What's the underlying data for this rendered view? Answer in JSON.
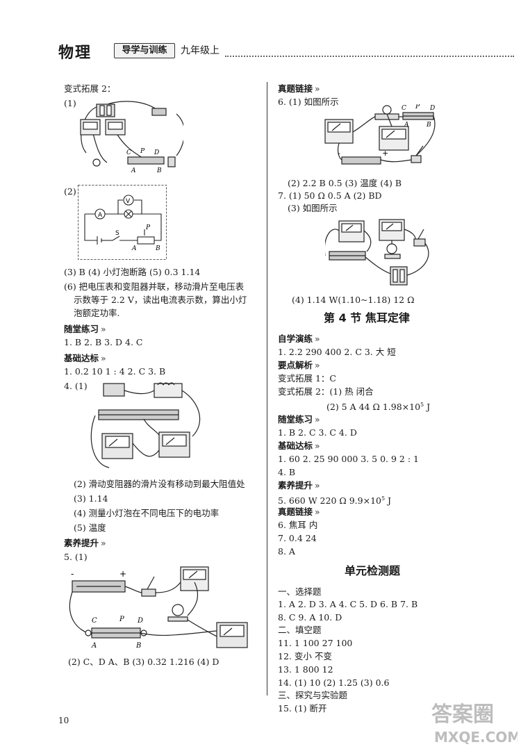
{
  "header": {
    "subject": "物理",
    "series": "导学与训练",
    "grade": "九年级上"
  },
  "left": {
    "l1": "变式拓展 2：",
    "l2": "(1)",
    "l3": "(2)",
    "l4": "(3) B   (4) 小灯泡断路   (5) 0.3   1.14",
    "l5": "(6) 把电压表和变阻器并联，移动滑片至电压表",
    "l6": "示数等于 2.2 V，读出电流表示数，算出小灯",
    "l7": "泡额定功率.",
    "s1": "随堂练习",
    "l8": "1. B   2. B   3. D   4. C",
    "s2": "基础达标",
    "l9": "1. 0.2   10   1 : 4   2. C   3. B",
    "l10": "4. (1)",
    "l11": "(2) 滑动变阻器的滑片没有移动到最大阻值处",
    "l12": "(3) 1.14",
    "l13": "(4) 测量小灯泡在不同电压下的电功率",
    "l14": "(5) 温度",
    "s3": "素养提升",
    "l15": "5. (1)",
    "l16": "(2) C、D   A、B   (3) 0.32   1.216   (4) D"
  },
  "right": {
    "s1": "真题链接",
    "r1": "6. (1) 如图所示",
    "r2": "(2) 2.2   B   0.5   (3) 温度   (4) B",
    "r3": "7. (1) 50 Ω   0.5 A   (2) BD",
    "r4": "(3) 如图所示",
    "r5": "(4) 1.14 W(1.10~1.18)   12 Ω",
    "t1": "第 4 节    焦耳定律",
    "s2": "自学演练",
    "r6": "1. 2.2   290 400   2. C   3. 大   短",
    "s3": "要点解析",
    "r7": "变式拓展 1：C",
    "r8": "变式拓展 2：(1) 热   闭合",
    "r9a": "(2) 5 A   44 Ω   1.98×10",
    "r9exp": "5",
    "r9b": " J",
    "s4": "随堂练习",
    "r10": "1. B   2. C   3. C   4. D",
    "s5": "基础达标",
    "r11": "1. 60   2. 25   90 000   3. 5   0. 9   2 : 1",
    "r12": "4. B",
    "s6": "素养提升",
    "r13a": "5. 660 W   220 Ω   9.9×10",
    "r13exp": "5",
    "r13b": " J",
    "s7": "真题链接",
    "r14": "6. 焦耳   内",
    "r15": "7. 0.4   24",
    "r16": "8. A",
    "t2": "单元检测题",
    "r17": "一、选择题",
    "r18": "1. A   2. D   3. A   4. C   5. D   6. B   7. B",
    "r19": "8. C   9. A   10. D",
    "r20": "二、填空题",
    "r21": "11. 1 100   27   100",
    "r22": "12. 变小   不变",
    "r23": "13. 1 800   12",
    "r24": "14. (1) 10   (2) 1.25   (3) 0.6",
    "r25": "三、探究与实验题",
    "r26": "15. (1) 断开"
  },
  "labels": {
    "C": "C",
    "P": "P",
    "D": "D",
    "A": "A",
    "B": "B",
    "S": "S",
    "V": "V",
    "minus": "-",
    "plus": "+"
  },
  "page_number": "10",
  "watermark": {
    "line1": "答案圈",
    "line2": "MXQE.COM"
  },
  "colors": {
    "ink": "#1a1a1a",
    "paper": "#ffffff",
    "watermark": "#bdbdbd"
  },
  "icons": {
    "section_marker": "double-chevron-right-icon"
  }
}
